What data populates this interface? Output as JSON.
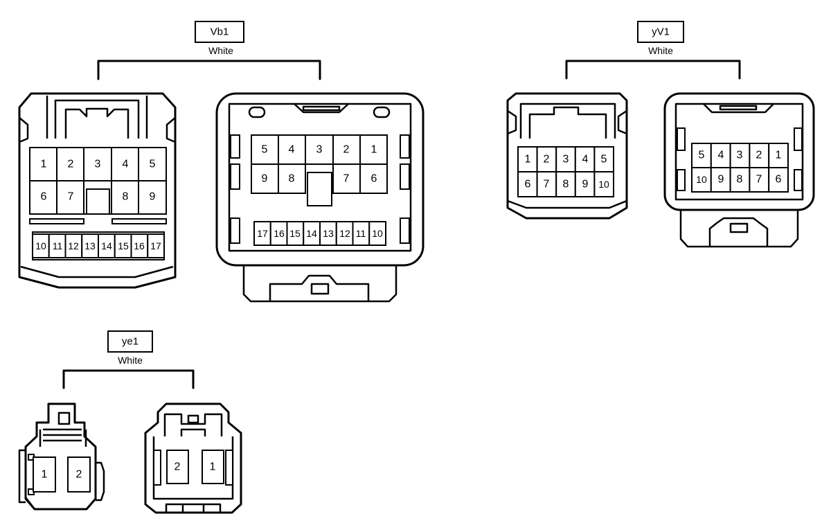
{
  "connectors": [
    {
      "code": "Vb1",
      "color": "White",
      "left_view": {
        "row1": [
          "1",
          "2",
          "3",
          "4",
          "5"
        ],
        "row2": [
          "6",
          "7",
          "8",
          "9"
        ],
        "row3": [
          "10",
          "11",
          "12",
          "13",
          "14",
          "15",
          "16",
          "17"
        ]
      },
      "right_view": {
        "row1": [
          "5",
          "4",
          "3",
          "2",
          "1"
        ],
        "row2": [
          "9",
          "8",
          "7",
          "6"
        ],
        "row3": [
          "17",
          "16",
          "15",
          "14",
          "13",
          "12",
          "11",
          "10"
        ]
      }
    },
    {
      "code": "yV1",
      "color": "White",
      "left_view": {
        "row1": [
          "1",
          "2",
          "3",
          "4",
          "5"
        ],
        "row2": [
          "6",
          "7",
          "8",
          "9",
          "10"
        ]
      },
      "right_view": {
        "row1": [
          "5",
          "4",
          "3",
          "2",
          "1"
        ],
        "row2": [
          "10",
          "9",
          "8",
          "7",
          "6"
        ]
      }
    },
    {
      "code": "ye1",
      "color": "White",
      "left_view": {
        "pins": [
          "1",
          "2"
        ]
      },
      "right_view": {
        "pins": [
          "2",
          "1"
        ]
      }
    }
  ]
}
